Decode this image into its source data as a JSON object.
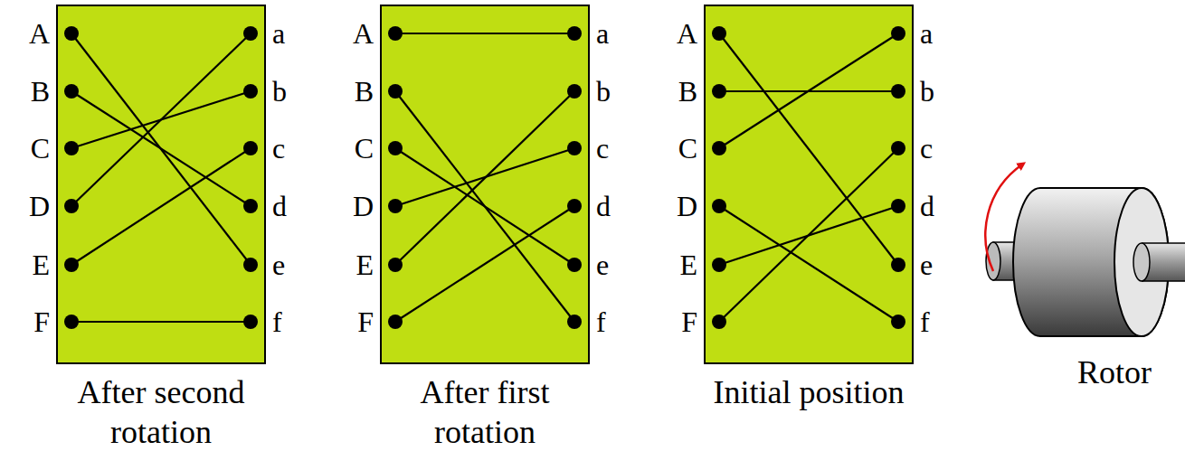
{
  "diagram": {
    "nodes": [
      {
        "text": [
          "After second rotation"
        ]
      },
      {
        "text": [
          "After first rotation"
        ]
      },
      {
        "text": [
          "Initial position"
        ]
      }
    ],
    "labels": [
      "A",
      "B",
      "C",
      "D",
      "E",
      "F",
      "a",
      "b",
      "c",
      "d",
      "e",
      "f",
      "A",
      "B",
      "C",
      "D",
      "E",
      "F",
      "a",
      "b",
      "c",
      "d",
      "e",
      "f",
      "A",
      "B",
      "C",
      "D",
      "E",
      "F",
      "a",
      "b",
      "c",
      "d",
      "e",
      "f",
      "Rotor"
    ]
  }
}
